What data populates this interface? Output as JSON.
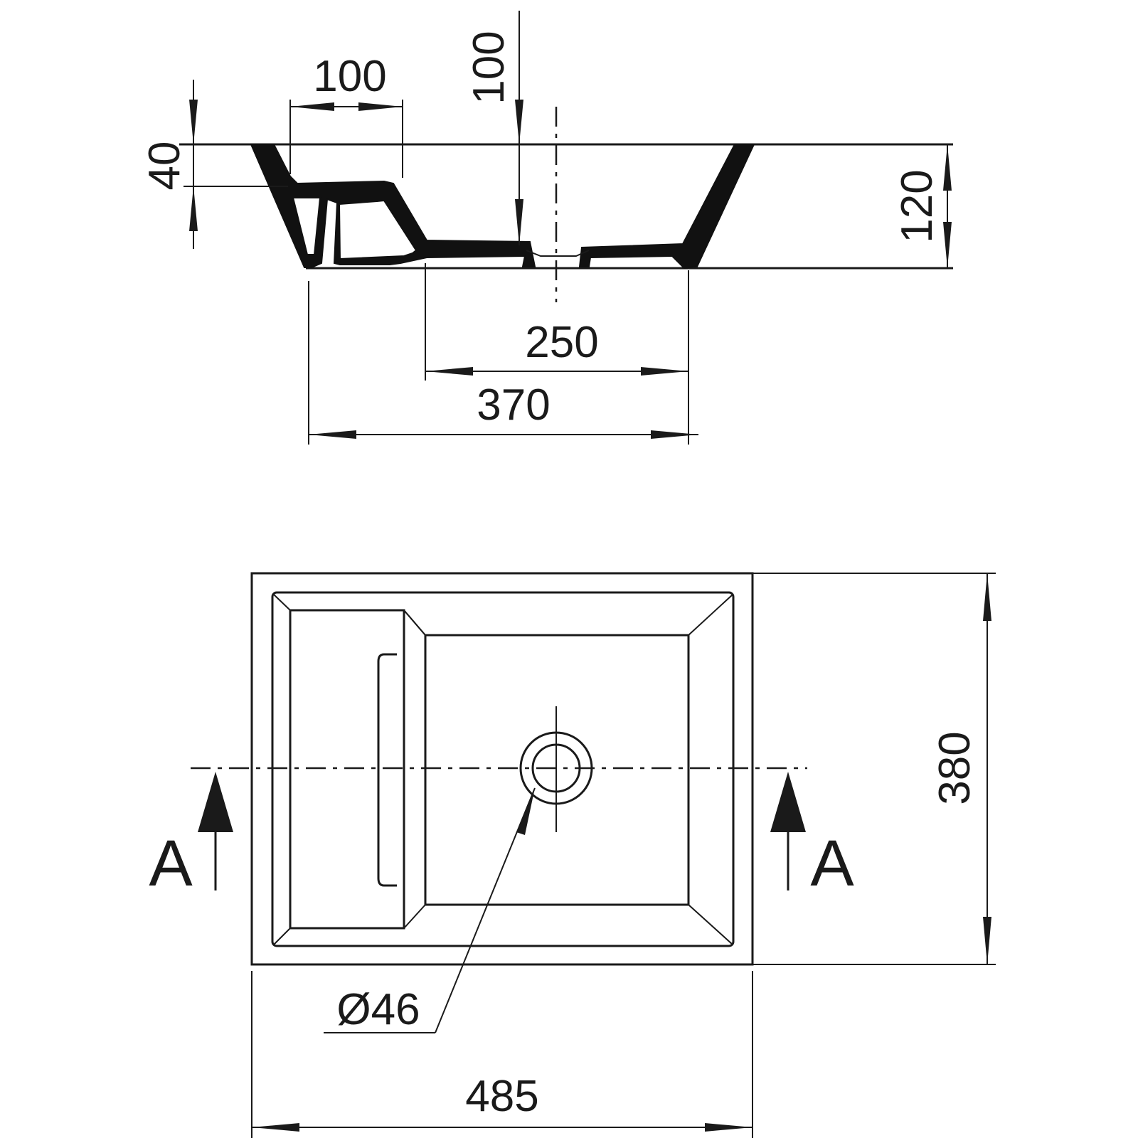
{
  "section_view": {
    "dim_top_width": "100",
    "dim_depth_vertical": "100",
    "dim_rim_height": "40",
    "dim_total_height": "120",
    "dim_inner_bottom": "250",
    "dim_base_width": "370"
  },
  "plan_view": {
    "dim_depth": "380",
    "dim_width": "485",
    "drain_diameter": "Ø46",
    "section_mark_left": "A",
    "section_mark_right": "A"
  }
}
